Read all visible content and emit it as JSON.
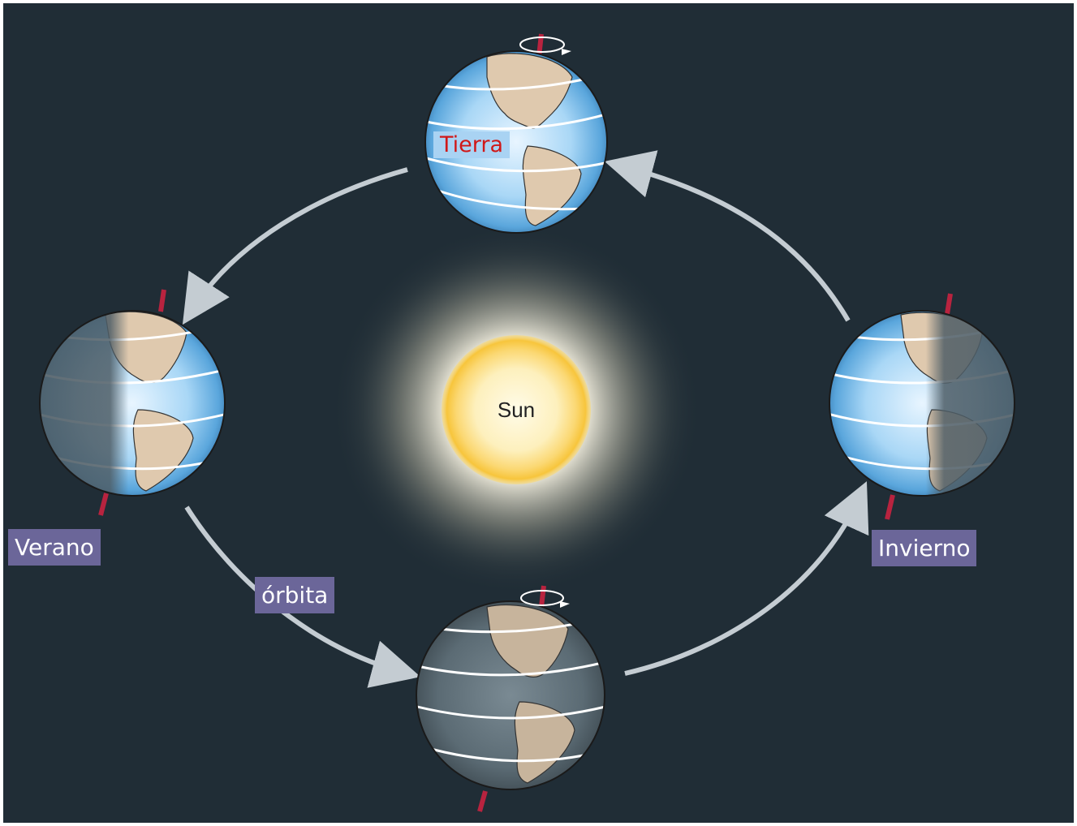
{
  "sun": {
    "label": "Sun"
  },
  "labels": {
    "earth": "Tierra",
    "summer": "Verano",
    "orbit": "órbita",
    "winter": "Invierno"
  },
  "colors": {
    "background": "#202d36",
    "label_box": "#6b6699",
    "earth_label_box": "#a9d3f3",
    "earth_label_text": "#d01818",
    "axis": "#b8233f",
    "orbit_arrow": "#c4ccd2"
  },
  "icons": [
    "sun-icon",
    "earth-globe-icon",
    "orbit-arrow-icon",
    "rotation-arrow-icon"
  ]
}
